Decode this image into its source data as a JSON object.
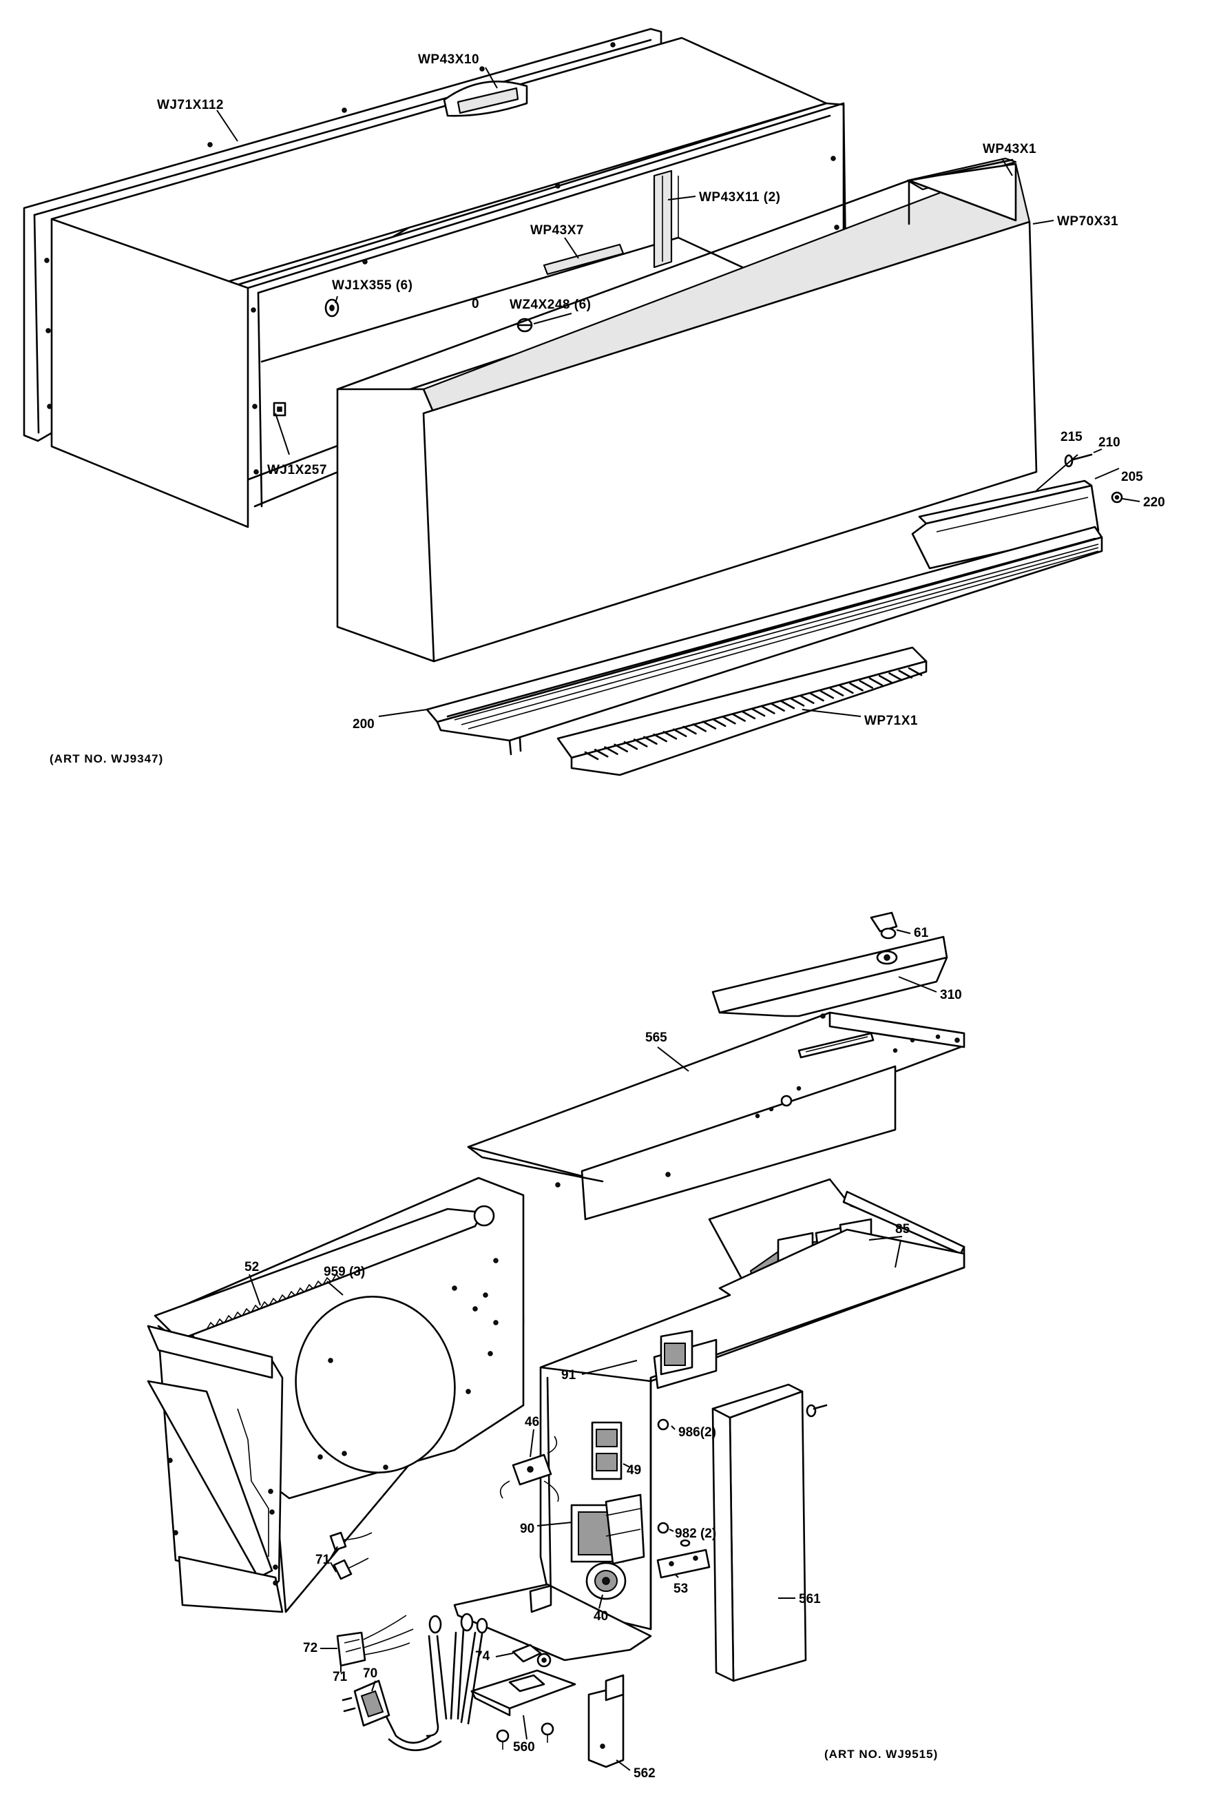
{
  "diagram_top": {
    "art_no": "(ART NO. WJ9347)",
    "labels": {
      "wp43x10": "WP43X10",
      "wj71x112": "WJ71X112",
      "wp43x1": "WP43X1",
      "wp43x11": "WP43X11 (2)",
      "wp70x31": "WP70X31",
      "wp43x7": "WP43X7",
      "wj1x355": "WJ1X355 (6)",
      "wz4x248": "WZ4X248 (6)",
      "wj1x257": "WJ1X257",
      "p215": "215",
      "p210": "210",
      "p205": "205",
      "p220": "220",
      "p200": "200",
      "wp71x1": "WP71X1",
      "slot_mark": "0"
    }
  },
  "diagram_bottom": {
    "art_no": "(ART NO. WJ9515)",
    "labels": {
      "p61": "61",
      "p310": "310",
      "p565": "565",
      "p85": "85",
      "p52": "52",
      "p959": "959 (3)",
      "p91": "91",
      "p46": "46",
      "p49": "49",
      "p986": "986(2)",
      "p90": "90",
      "p982": "982 (2)",
      "p40": "40",
      "p53": "53",
      "p561": "561",
      "p71a": "71",
      "p72": "72",
      "p71b": "71",
      "p74": "74",
      "p70": "70",
      "p560": "560",
      "p562": "562"
    }
  }
}
